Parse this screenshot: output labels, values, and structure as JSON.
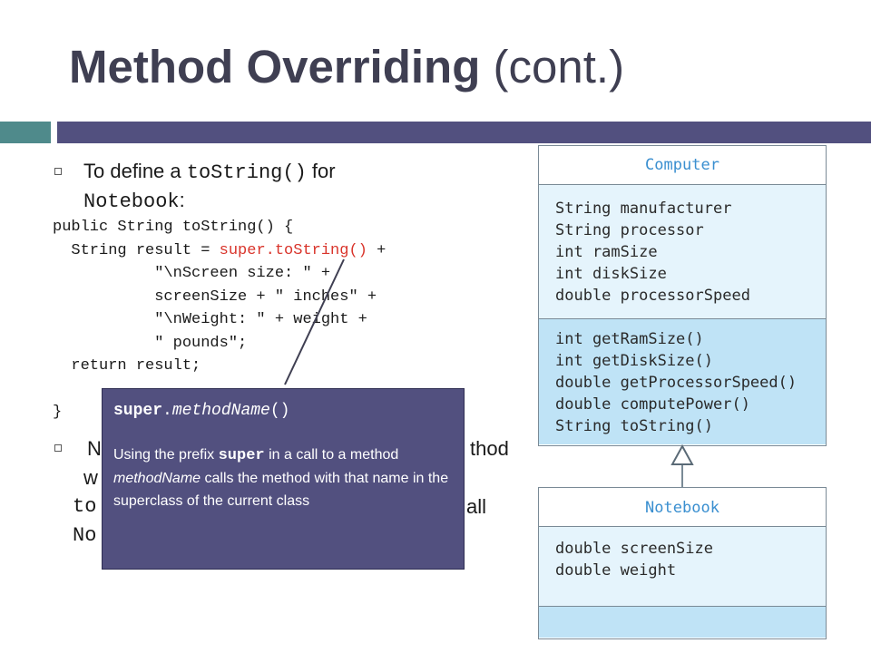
{
  "slide": {
    "title_main": "Method Overriding",
    "title_suffix": "(cont.)"
  },
  "bullet1": {
    "text_a": "To define a ",
    "code_a": "toString()",
    "text_b": " for",
    "code_b": "Notebook",
    "text_c": ":"
  },
  "code": {
    "lines": [
      "public String toString() {",
      "  String result = ",
      "super.toString()",
      " +",
      "           \"\\nScreen size: \" +",
      "           screenSize + \" inches\" +",
      "           \"\\nWeight: \" + weight +",
      "           \" pounds\";",
      "  return result;",
      "}"
    ]
  },
  "bullet2": {
    "frag_n": "N",
    "frag_thod": "thod",
    "frag_w": "w",
    "frag_to": "to",
    "frag_all": "all",
    "frag_no": "No"
  },
  "callout": {
    "keyword": "super",
    "dot": ".",
    "method": "methodName",
    "parens": "()",
    "body_a": "Using the prefix ",
    "body_kw": "super",
    "body_b": " in a call to a method ",
    "body_method": "methodName",
    "body_c": " calls the method with that name in the superclass of the current class"
  },
  "uml": {
    "computer": {
      "name": "Computer",
      "attributes": [
        "String manufacturer",
        "String processor",
        "int ramSize",
        "int diskSize",
        "double processorSpeed"
      ],
      "methods": [
        "int getRamSize()",
        "int getDiskSize()",
        "double getProcessorSpeed()",
        "double computePower()",
        "String toString()"
      ]
    },
    "notebook": {
      "name": "Notebook",
      "attributes": [
        "double screenSize",
        "double weight"
      ]
    }
  },
  "colors": {
    "title": "#3f3f52",
    "band_teal": "#4f8a8b",
    "band_purple": "#52507f",
    "callout_bg": "#52507f",
    "code_highlight": "#d9342b",
    "uml_name": "#3a8fd0",
    "uml_attrs_bg": "#e5f4fc",
    "uml_methods_bg": "#bfe3f6"
  }
}
